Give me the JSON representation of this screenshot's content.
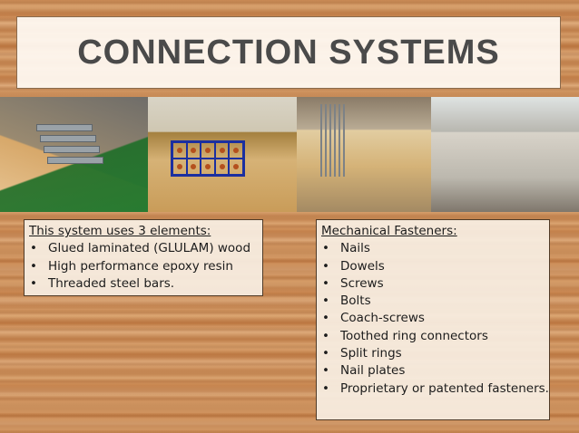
{
  "slide": {
    "title": "CONNECTION SYSTEMS"
  },
  "photos": [
    {
      "id": "photo-1"
    },
    {
      "id": "photo-2"
    },
    {
      "id": "photo-3"
    },
    {
      "id": "photo-4"
    }
  ],
  "left_box": {
    "heading": "This system uses 3 elements:",
    "items": [
      "Glued laminated (GLULAM) wood",
      "High performance epoxy resin",
      "Threaded steel bars."
    ]
  },
  "right_box": {
    "heading": "Mechanical Fasteners:",
    "items": [
      "Nails",
      "Dowels",
      "Screws",
      "Bolts",
      "Coach-screws",
      "Toothed ring connectors",
      "Split rings",
      "Nail plates",
      "Proprietary or patented fasteners."
    ]
  },
  "colors": {
    "title_text": "#4a4a4a",
    "box_background": "#f7eee2",
    "box_border": "#4f3a27"
  }
}
